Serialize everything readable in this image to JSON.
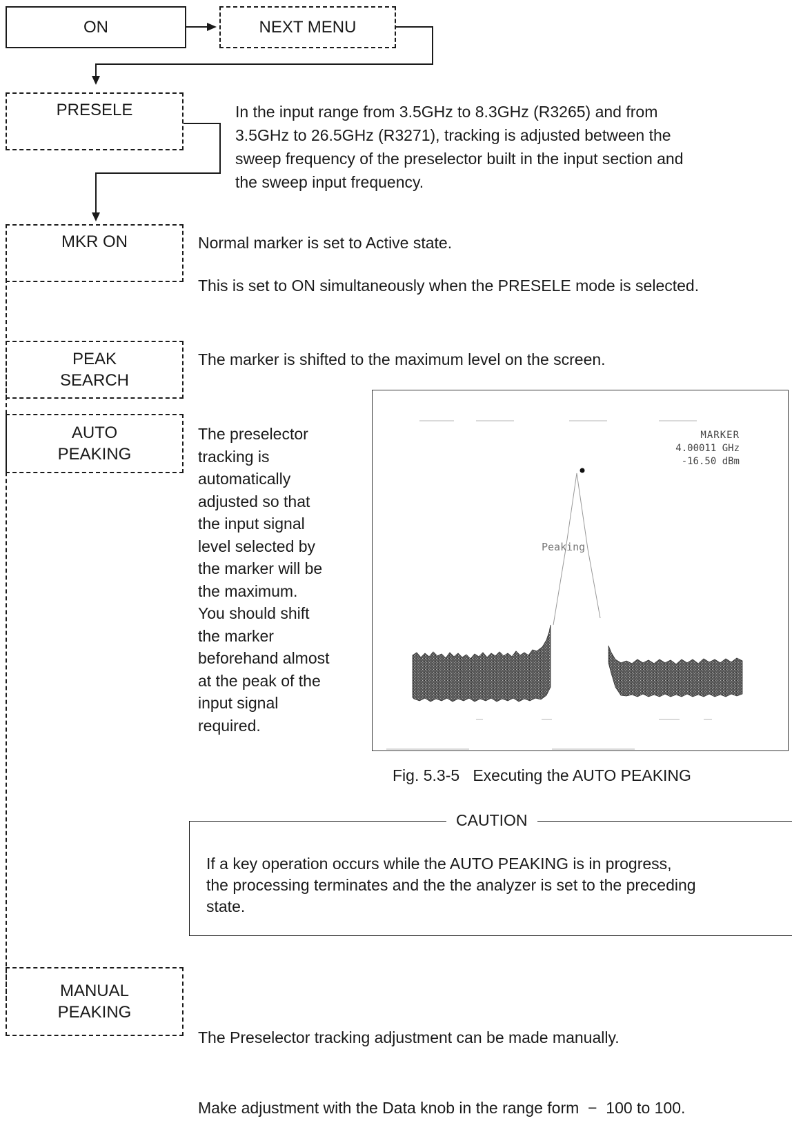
{
  "keys": {
    "on": "ON",
    "next_menu": "NEXT MENU",
    "presele": "PRESELE",
    "mkr_on": "MKR ON",
    "peak_search": "PEAK\nSEARCH",
    "auto_peaking": "AUTO\nPEAKING",
    "manual_peaking": "MANUAL\nPEAKING"
  },
  "descriptions": {
    "presele": [
      "In the input range from 3.5GHz to 8.3GHz (R3265) and from",
      "3.5GHz to 26.5GHz (R3271), tracking is adjusted between the",
      "sweep frequency of the preselector built in the input section and",
      "the sweep input frequency."
    ],
    "mkr_on_1": "Normal marker is set to Active state.",
    "mkr_on_2": "This is set to ON simultaneously when the PRESELE mode is selected.",
    "peak_search": "The marker is shifted to the maximum level on the screen.",
    "auto_peaking": [
      "The preselector",
      "tracking is",
      "automatically",
      "adjusted so that",
      "the input signal",
      "level selected by",
      "the marker will be",
      "the maximum.",
      "You should shift",
      "the marker",
      "beforehand almost",
      "at the peak of the",
      "input signal",
      "required."
    ],
    "manual_peaking": [
      "The Preselector tracking adjustment can be made manually.",
      "Make adjustment with the Data knob in the range form  −  100 to 100."
    ]
  },
  "figure": {
    "marker_title": "MARKER",
    "marker_freq": "4.00011 GHz",
    "marker_level": "-16.50 dBm",
    "status": "Peaking",
    "caption": "Fig. 5.3-5   Executing the AUTO PEAKING"
  },
  "caution": {
    "title": "CAUTION",
    "lines": [
      "If a key operation occurs while the AUTO PEAKING is in progress,",
      "the processing terminates and the the analyzer is set to the preceding",
      "state."
    ]
  }
}
